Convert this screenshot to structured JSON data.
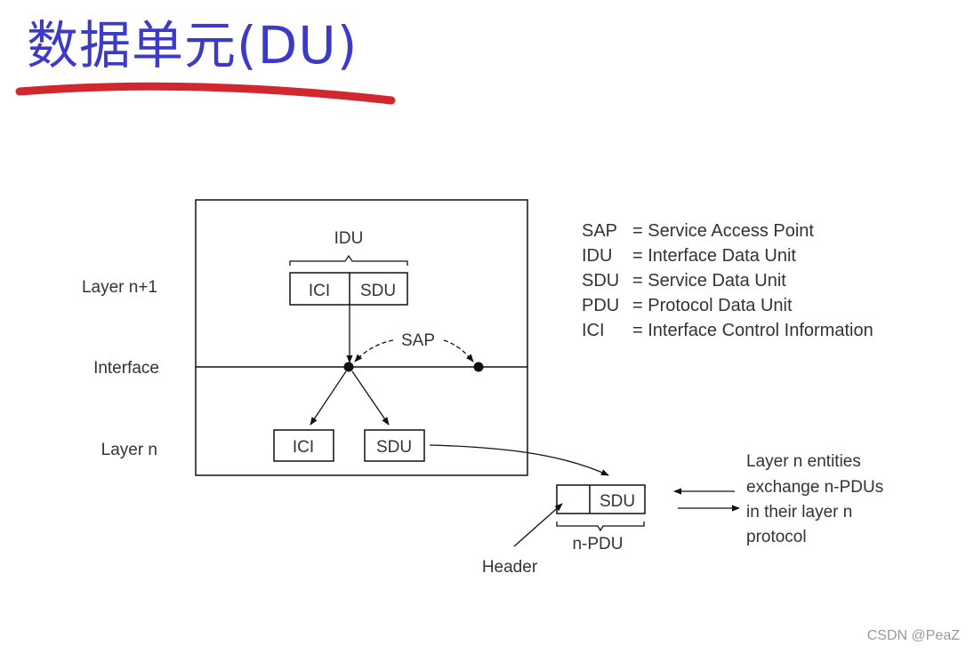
{
  "title": {
    "text": "数据单元(DU)",
    "color": "#3b3bc8",
    "underline_color": "#d0282e"
  },
  "diagram": {
    "layer_labels": {
      "upper": "Layer n+1",
      "interface": "Interface",
      "lower": "Layer n"
    },
    "idu_label": "IDU",
    "idu_cells": [
      "ICI",
      "SDU"
    ],
    "sap_label": "SAP",
    "lower_boxes": [
      "ICI",
      "SDU"
    ],
    "npdu_cells": [
      "",
      "SDU"
    ],
    "npdu_label": "n-PDU",
    "header_label": "Header",
    "exchange_note": [
      "Layer n entities",
      "exchange n-PDUs",
      "in their layer n",
      "protocol"
    ]
  },
  "legend": [
    {
      "abbr": "SAP",
      "definition": "= Service Access Point"
    },
    {
      "abbr": "IDU",
      "definition": "= Interface Data Unit"
    },
    {
      "abbr": "SDU",
      "definition": "= Service Data Unit"
    },
    {
      "abbr": "PDU",
      "definition": "= Protocol Data Unit"
    },
    {
      "abbr": "ICI",
      "definition": "= Interface Control Information"
    }
  ],
  "watermark": "CSDN @PeaZ"
}
